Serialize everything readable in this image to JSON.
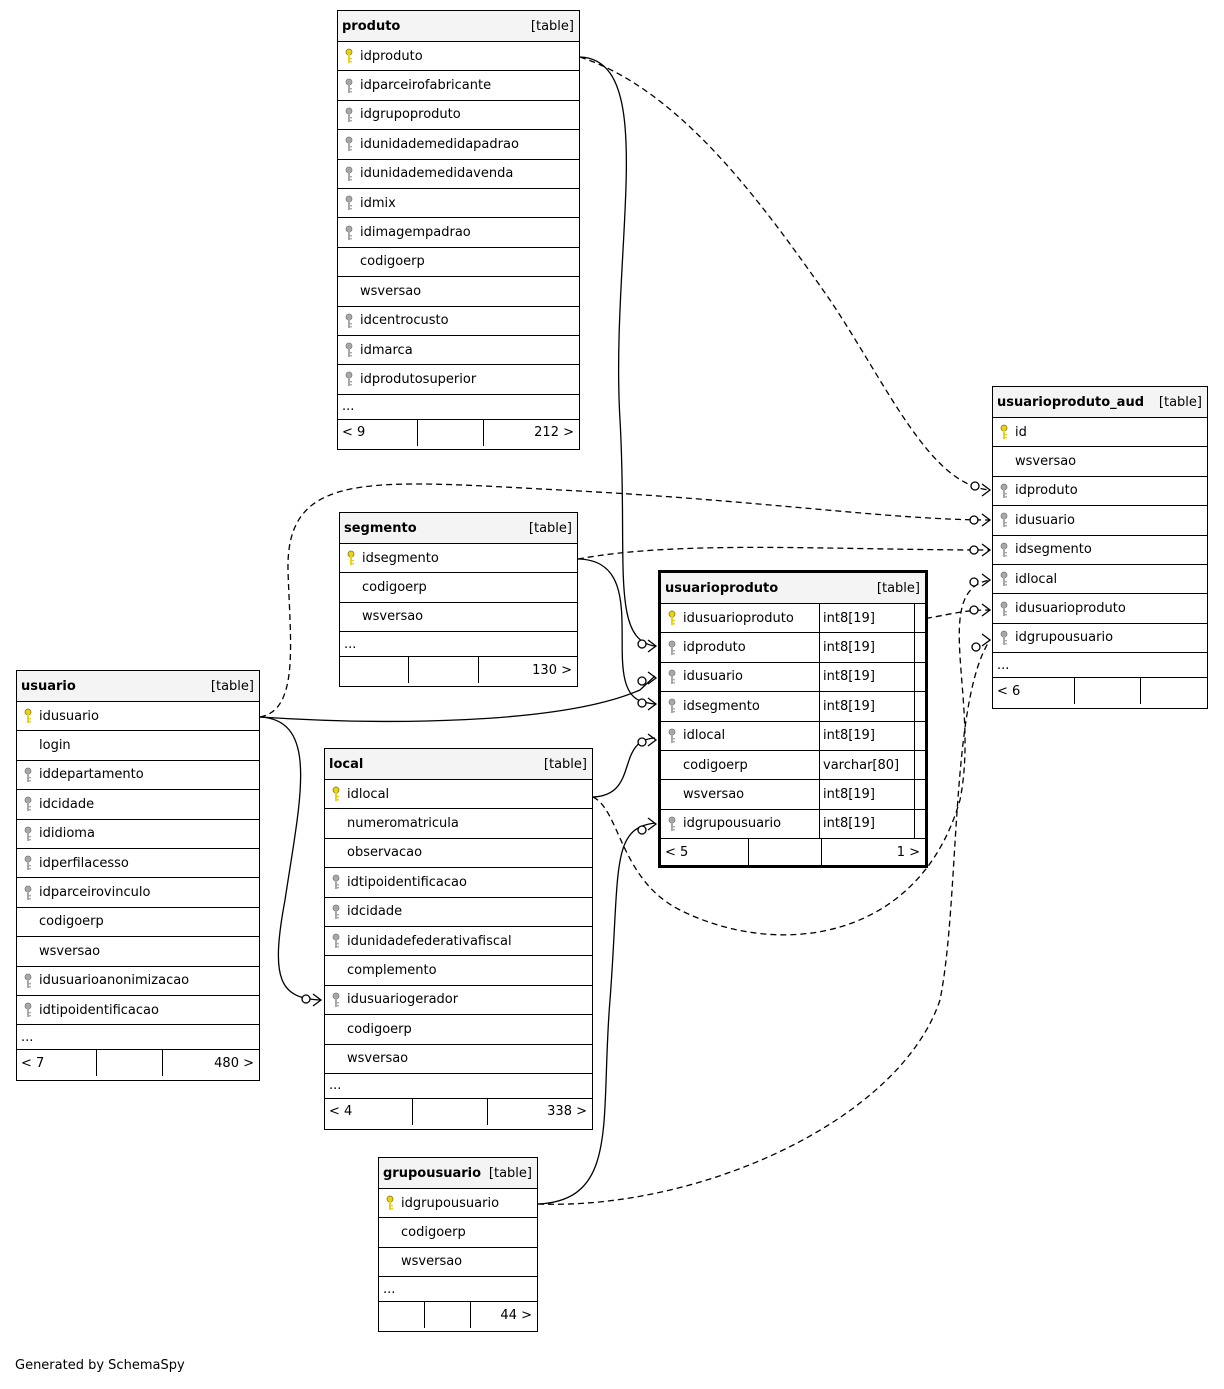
{
  "footer_text": "Generated by SchemaSpy",
  "colors": {
    "primary_key": "#e8d21a",
    "foreign_key": "#a8a8a8",
    "header_bg": "#f4f4f4"
  },
  "tables": {
    "produto": {
      "name": "produto",
      "type": "[table]",
      "columns": [
        {
          "name": "idproduto",
          "key": "pk"
        },
        {
          "name": "idparceirofabricante",
          "key": "fk"
        },
        {
          "name": "idgrupoproduto",
          "key": "fk"
        },
        {
          "name": "idunidademedidapadrao",
          "key": "fk"
        },
        {
          "name": "idunidademedidavenda",
          "key": "fk"
        },
        {
          "name": "idmix",
          "key": "fk"
        },
        {
          "name": "idimagempadrao",
          "key": "fk"
        },
        {
          "name": "codigoerp",
          "key": ""
        },
        {
          "name": "wsversao",
          "key": ""
        },
        {
          "name": "idcentrocusto",
          "key": "fk"
        },
        {
          "name": "idmarca",
          "key": "fk"
        },
        {
          "name": "idprodutosuperior",
          "key": "fk"
        }
      ],
      "more": "...",
      "parents": "< 9",
      "middle": "",
      "children": "212 >"
    },
    "segmento": {
      "name": "segmento",
      "type": "[table]",
      "columns": [
        {
          "name": "idsegmento",
          "key": "pk"
        },
        {
          "name": "codigoerp",
          "key": ""
        },
        {
          "name": "wsversao",
          "key": ""
        }
      ],
      "more": "...",
      "parents": "",
      "middle": "",
      "children": "130 >"
    },
    "usuario": {
      "name": "usuario",
      "type": "[table]",
      "columns": [
        {
          "name": "idusuario",
          "key": "pk"
        },
        {
          "name": "login",
          "key": ""
        },
        {
          "name": "iddepartamento",
          "key": "fk"
        },
        {
          "name": "idcidade",
          "key": "fk"
        },
        {
          "name": "ididioma",
          "key": "fk"
        },
        {
          "name": "idperfilacesso",
          "key": "fk"
        },
        {
          "name": "idparceirovinculo",
          "key": "fk"
        },
        {
          "name": "codigoerp",
          "key": ""
        },
        {
          "name": "wsversao",
          "key": ""
        },
        {
          "name": "idusuarioanonimizacao",
          "key": "fk"
        },
        {
          "name": "idtipoidentificacao",
          "key": "fk"
        }
      ],
      "more": "...",
      "parents": "< 7",
      "middle": "",
      "children": "480 >"
    },
    "local": {
      "name": "local",
      "type": "[table]",
      "columns": [
        {
          "name": "idlocal",
          "key": "pk"
        },
        {
          "name": "numeromatricula",
          "key": ""
        },
        {
          "name": "observacao",
          "key": ""
        },
        {
          "name": "idtipoidentificacao",
          "key": "fk"
        },
        {
          "name": "idcidade",
          "key": "fk"
        },
        {
          "name": "idunidadefederativafiscal",
          "key": "fk"
        },
        {
          "name": "complemento",
          "key": ""
        },
        {
          "name": "idusuariogerador",
          "key": "fk"
        },
        {
          "name": "codigoerp",
          "key": ""
        },
        {
          "name": "wsversao",
          "key": ""
        }
      ],
      "more": "...",
      "parents": "< 4",
      "middle": "",
      "children": "338 >"
    },
    "usuarioproduto": {
      "name": "usuarioproduto",
      "type": "[table]",
      "columns": [
        {
          "name": "idusuarioproduto",
          "key": "pk",
          "dtype": "int8[19]"
        },
        {
          "name": "idproduto",
          "key": "fk",
          "dtype": "int8[19]"
        },
        {
          "name": "idusuario",
          "key": "fk",
          "dtype": "int8[19]"
        },
        {
          "name": "idsegmento",
          "key": "fk",
          "dtype": "int8[19]"
        },
        {
          "name": "idlocal",
          "key": "fk",
          "dtype": "int8[19]"
        },
        {
          "name": "codigoerp",
          "key": "",
          "dtype": "varchar[80]"
        },
        {
          "name": "wsversao",
          "key": "",
          "dtype": "int8[19]"
        },
        {
          "name": "idgrupousuario",
          "key": "fk",
          "dtype": "int8[19]"
        }
      ],
      "more": "",
      "parents": "< 5",
      "middle": "",
      "children": "1 >"
    },
    "usuarioproduto_aud": {
      "name": "usuarioproduto_aud",
      "type": "[table]",
      "columns": [
        {
          "name": "id",
          "key": "pk"
        },
        {
          "name": "wsversao",
          "key": ""
        },
        {
          "name": "idproduto",
          "key": "fk"
        },
        {
          "name": "idusuario",
          "key": "fk"
        },
        {
          "name": "idsegmento",
          "key": "fk"
        },
        {
          "name": "idlocal",
          "key": "fk"
        },
        {
          "name": "idusuarioproduto",
          "key": "fk"
        },
        {
          "name": "idgrupousuario",
          "key": "fk"
        }
      ],
      "more": "...",
      "parents": "< 6",
      "middle": "",
      "children": ""
    },
    "grupousuario": {
      "name": "grupousuario",
      "type": "[table]",
      "columns": [
        {
          "name": "idgrupousuario",
          "key": "pk"
        },
        {
          "name": "codigoerp",
          "key": ""
        },
        {
          "name": "wsversao",
          "key": ""
        }
      ],
      "more": "...",
      "parents": "",
      "middle": "",
      "children": "44 >"
    }
  }
}
